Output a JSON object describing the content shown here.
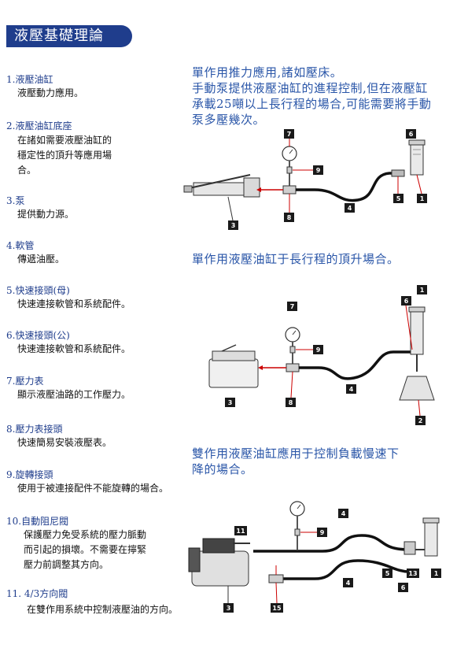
{
  "header": {
    "title": "液壓基礎理論"
  },
  "items": [
    {
      "title": "1.液壓油缸",
      "desc": [
        "液壓動力應用。"
      ]
    },
    {
      "title": "2.液壓油缸底座",
      "desc": [
        "在諸如需要液壓油缸的",
        "穩定性的頂升等應用場",
        "合。"
      ]
    },
    {
      "title": "3.泵",
      "desc": [
        "提供動力源。"
      ]
    },
    {
      "title": "4.軟管",
      "desc": [
        "傳遞油壓。"
      ]
    },
    {
      "title": "5.快速接頭(母)",
      "desc": [
        "快速連接軟管和系統配件。"
      ]
    },
    {
      "title": "6.快速接頭(公)",
      "desc": [
        "快速連接軟管和系統配件。"
      ]
    },
    {
      "title": "7.壓力表",
      "desc": [
        "顯示液壓油路的工作壓力。"
      ]
    },
    {
      "title": "8.壓力表接頭",
      "desc": [
        "快速簡易安裝液壓表。"
      ]
    },
    {
      "title": "9.旋轉接頭",
      "desc": [
        "使用于被連接配件不能旋轉的場合。"
      ]
    },
    {
      "title": "10.自動阻尼閥",
      "desc": [
        "保護壓力免受系統的壓力脈動",
        "而引起的損壞。不需要在擰緊",
        "壓力前調整其方向。"
      ]
    },
    {
      "title": "11. 4/3方向閥",
      "desc": [
        "在雙作用系統中控制液壓油的方向。"
      ]
    }
  ],
  "sections": [
    {
      "lines": [
        "單作用推力應用,諸如壓床。",
        "手動泵提供液壓油缸的進程控制,但在液壓缸",
        "承載25噸以上長行程的場合,可能需要將手動",
        "泵多壓幾次。"
      ]
    },
    {
      "lines": [
        "單作用液壓油缸于長行程的頂升場合。"
      ]
    },
    {
      "lines": [
        "雙作用液壓油缸應用于控制負載慢速下",
        "降的場合。"
      ]
    }
  ],
  "diagram_labels": {
    "d1": [
      "7",
      "9",
      "6",
      "5",
      "1",
      "4",
      "8",
      "3"
    ],
    "d2": [
      "1",
      "6",
      "7",
      "9",
      "4",
      "8",
      "3",
      "2"
    ],
    "d3": [
      "11",
      "9",
      "4",
      "5",
      "13",
      "1",
      "4",
      "6",
      "3",
      "15"
    ]
  }
}
